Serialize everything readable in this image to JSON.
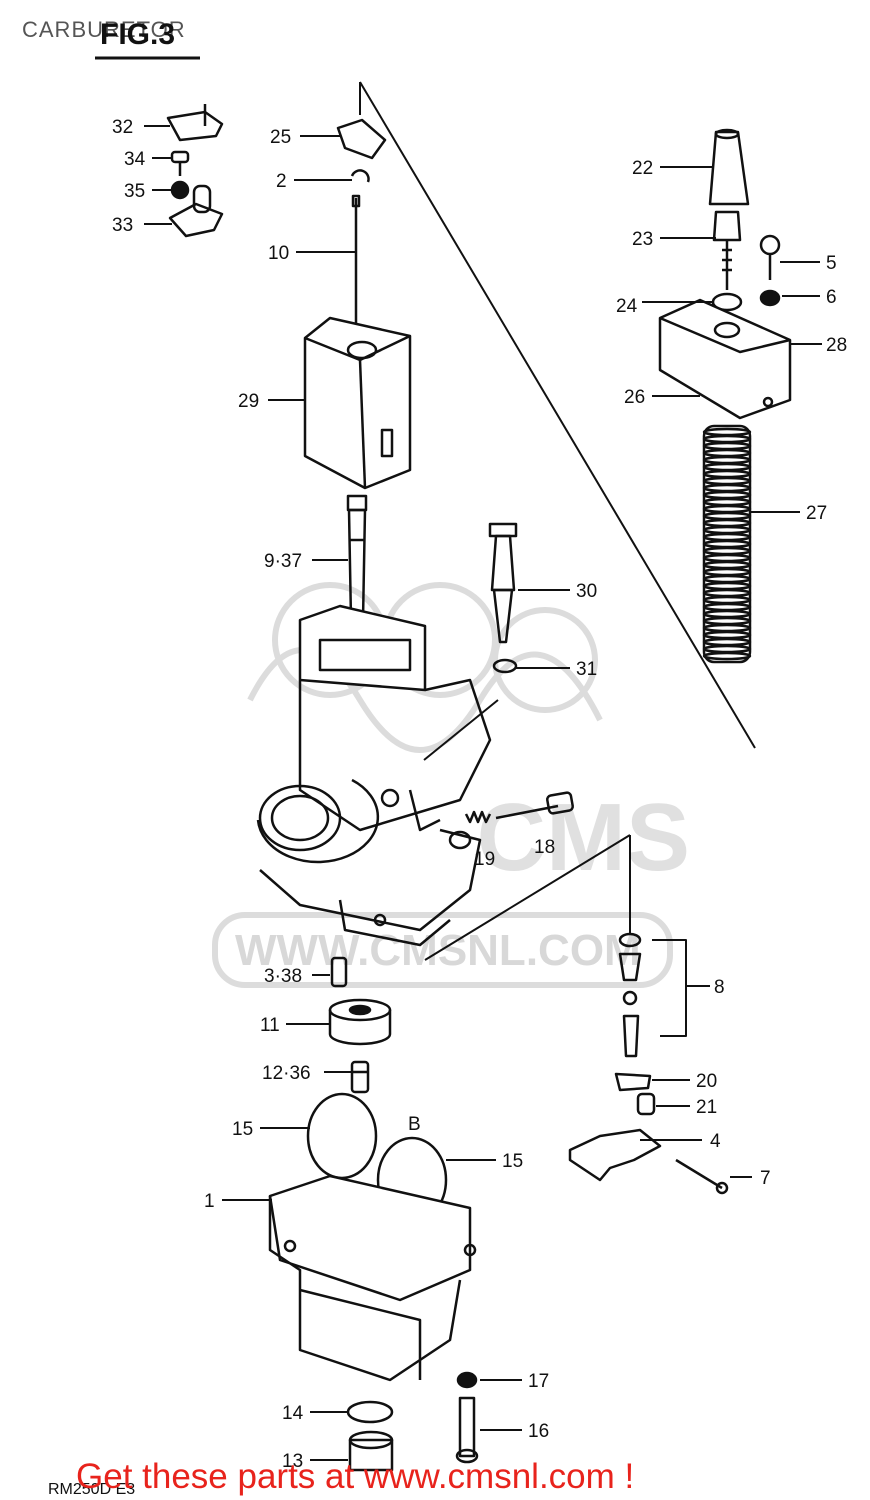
{
  "page": {
    "header": "CARBURETOR",
    "figure_label": "FIG.3",
    "model_code": "RM250D E3",
    "call_to_action": "Get these parts at www.cmsnl.com !",
    "watermark_url": "WWW.CMSNL.COM",
    "watermark_logo": "CMS"
  },
  "colors": {
    "ink": "#111111",
    "cta": "#e8231c",
    "watermark": "#d8d8d8"
  },
  "callouts": {
    "c32": "32",
    "c34": "34",
    "c35": "35",
    "c33": "33",
    "c25": "25",
    "c2": "2",
    "c10": "10",
    "c29": "29",
    "c22": "22",
    "c23": "23",
    "c5": "5",
    "c6": "6",
    "c24": "24",
    "c28": "28",
    "c26": "26",
    "c27": "27",
    "c937": "9·37",
    "c30": "30",
    "c31": "31",
    "c19": "19",
    "c18": "18",
    "c338": "3·38",
    "c8": "8",
    "c11": "11",
    "c1236": "12·36",
    "c20": "20",
    "c21": "21",
    "c15a": "15",
    "c15b": "15",
    "cB": "B",
    "c4": "4",
    "c7": "7",
    "c1": "1",
    "c17": "17",
    "c14": "14",
    "c16": "16",
    "c13": "13"
  }
}
